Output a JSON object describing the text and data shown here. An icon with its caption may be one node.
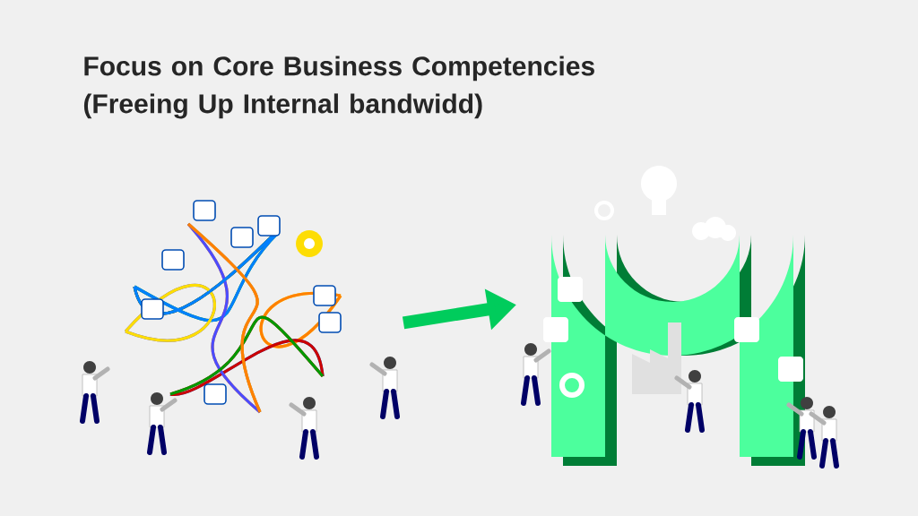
{
  "diagram": {
    "title": "Focus on Core Business Competencies (Freeing Up Internal bandwidd)",
    "nodes": [
      {
        "text": [],
        "shape": "picture"
      },
      {
        "text": [],
        "shape": "picture"
      }
    ],
    "edges": [
      {
        "from": 0,
        "to": 1,
        "arrow": "to"
      }
    ]
  }
}
